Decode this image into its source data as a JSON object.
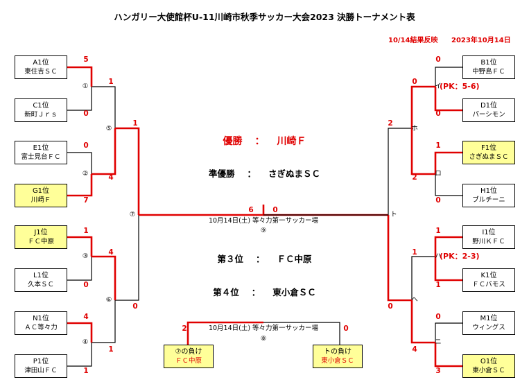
{
  "header": {
    "title": "ハンガリー大使館杯U-11川崎市秋季サッカー大会2023 決勝トーナメント表",
    "result_note": "10/14結果反映",
    "date": "2023年10月14日"
  },
  "teams": {
    "A1": {
      "seed": "A1位",
      "name": "東住吉ＳＣ"
    },
    "C1": {
      "seed": "C1位",
      "name": "新町Ｊｒｓ"
    },
    "E1": {
      "seed": "E1位",
      "name": "富士見台ＦＣ"
    },
    "G1": {
      "seed": "G1位",
      "name": "川崎Ｆ"
    },
    "J1": {
      "seed": "J1位",
      "name": "ＦＣ中原"
    },
    "L1": {
      "seed": "L1位",
      "name": "久本ＳＣ"
    },
    "N1": {
      "seed": "N1位",
      "name": "ＡＣ等々力"
    },
    "P1": {
      "seed": "P1位",
      "name": "津田山ＦＣ"
    },
    "B1": {
      "seed": "B1位",
      "name": "中野島ＦＣ"
    },
    "D1": {
      "seed": "D1位",
      "name": "パーシモン"
    },
    "F1": {
      "seed": "F1位",
      "name": "さぎぬまＳＣ"
    },
    "H1": {
      "seed": "H1位",
      "name": "ブルチーニ"
    },
    "I1": {
      "seed": "I1位",
      "name": "野川ＫＦＣ"
    },
    "K1": {
      "seed": "K1位",
      "name": "ＦＣバモス"
    },
    "M1": {
      "seed": "M1位",
      "name": "ウィングス"
    },
    "O1": {
      "seed": "O1位",
      "name": "東小倉ＳＣ"
    }
  },
  "third_place_slots": {
    "left": {
      "label": "⑦の負け",
      "name": "ＦＣ中原"
    },
    "right": {
      "label": "トの負け",
      "name": "東小倉ＳＣ"
    }
  },
  "scores": {
    "A1": "5",
    "C1": "0",
    "E1": "0",
    "G1": "7",
    "J1": "1",
    "L1": "0",
    "N1": "4",
    "P1": "1",
    "B1": "0",
    "D1": "0",
    "F1": "1",
    "H1": "0",
    "I1": "1",
    "K1": "1",
    "M1": "0",
    "O1": "3",
    "m1_top": "1",
    "m2_bot": "4",
    "m3_top": "4",
    "m4_bot": "1",
    "m5_top": "1",
    "m6_bot": "0",
    "mi_top": "0",
    "mro_bot": "2",
    "mha_top": "1",
    "mni_bot": "4",
    "mho_top": "2",
    "mhe_bot": "0",
    "final_left": "6",
    "final_right": "0",
    "third_left": "2",
    "third_right": "0"
  },
  "match_labels": {
    "m1": "①",
    "m2": "②",
    "m3": "③",
    "m4": "④",
    "m5": "⑤",
    "m6": "⑥",
    "m7": "⑦",
    "mi": "イ",
    "mro": "ロ",
    "mha": "ハ",
    "mni": "ニ",
    "mho": "ホ",
    "mhe": "ヘ",
    "mto": "ト",
    "final": "⑨",
    "third": "⑧"
  },
  "pk_notes": {
    "mi": "(PK：5-6)",
    "mha": "(PK：2-3)"
  },
  "venues": {
    "final": "10月14日(土) 等々力第一サッカー場",
    "third": "10月14日(土) 等々力第一サッカー場"
  },
  "results": {
    "champion": {
      "label": "優勝",
      "sep": "：",
      "team": "川崎Ｆ"
    },
    "runner_up": {
      "label": "準優勝",
      "sep": "：",
      "team": "さぎぬまＳＣ"
    },
    "third": {
      "label": "第３位",
      "sep": "：",
      "team": "ＦＣ中原"
    },
    "fourth": {
      "label": "第４位",
      "sep": "：",
      "team": "東小倉ＳＣ"
    }
  },
  "colors": {
    "win_line": "#e00000",
    "line": "#000000",
    "winner_fill": "#ffff99"
  }
}
